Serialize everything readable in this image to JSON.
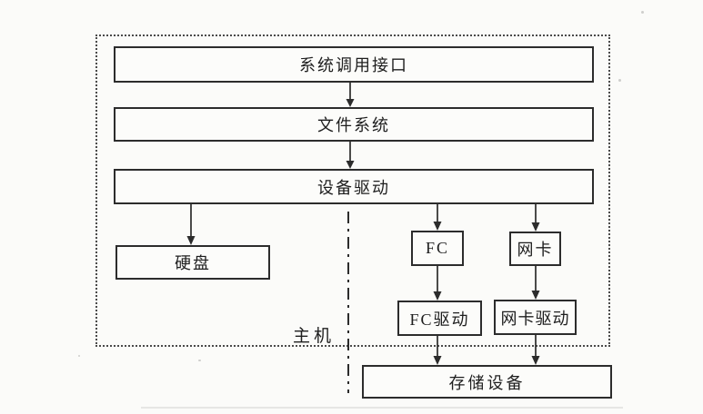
{
  "diagram": {
    "title_hint": "host-storage-io-stack-diagram",
    "host_label": "主机",
    "nodes": {
      "sys_call": {
        "label": "系统调用接口"
      },
      "file_system": {
        "label": "文件系统"
      },
      "device_driver": {
        "label": "设备驱动"
      },
      "hard_disk": {
        "label": "硬盘"
      },
      "fc": {
        "label": "FC"
      },
      "nic": {
        "label": "网卡"
      },
      "fc_driver": {
        "label": "FC驱动"
      },
      "nic_driver": {
        "label": "网卡驱动"
      },
      "storage": {
        "label": "存储设备"
      }
    },
    "edges": [
      {
        "from": "sys_call",
        "to": "file_system"
      },
      {
        "from": "file_system",
        "to": "device_driver"
      },
      {
        "from": "device_driver",
        "to": "hard_disk"
      },
      {
        "from": "device_driver",
        "to": "fc"
      },
      {
        "from": "device_driver",
        "to": "nic"
      },
      {
        "from": "fc",
        "to": "fc_driver"
      },
      {
        "from": "nic",
        "to": "nic_driver"
      },
      {
        "from": "fc_driver",
        "to": "storage"
      },
      {
        "from": "nic_driver",
        "to": "storage"
      }
    ],
    "boundaries": {
      "host_box_style": "dotted",
      "divider_style": "dash-dot"
    },
    "colors": {
      "line": "#2c2c2c",
      "boundary": "#4a4a4a",
      "background": "#fbfbf9",
      "text": "#1e1e1e"
    }
  }
}
